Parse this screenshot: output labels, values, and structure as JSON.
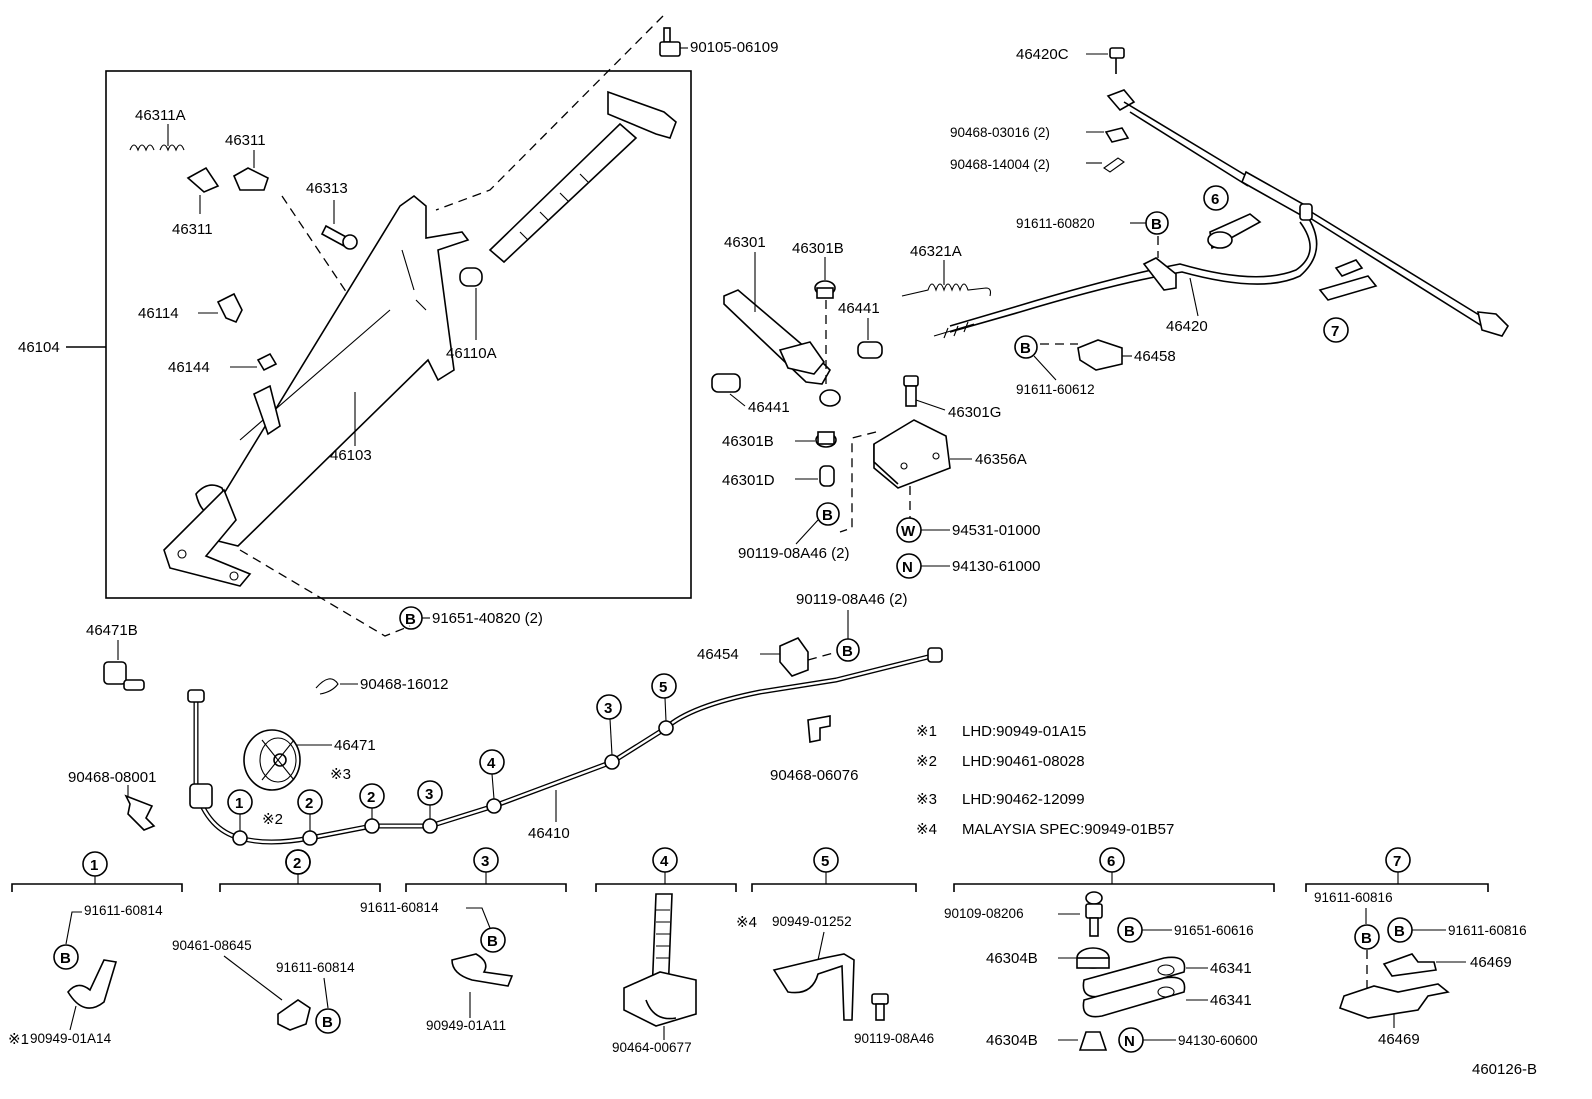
{
  "diagram_id": "460126-B",
  "part_labels": {
    "p90105_06109": "90105-06109",
    "p46311A": "46311A",
    "p46311_a": "46311",
    "p46311_b": "46311",
    "p46313": "46313",
    "p46114": "46114",
    "p46144": "46144",
    "p46104": "46104",
    "p46103": "46103",
    "p46110A": "46110A",
    "p46471B": "46471B",
    "p90468_16012": "90468-16012",
    "p46471": "46471",
    "p90468_08001": "90468-08001",
    "p46410": "46410",
    "p46454": "46454",
    "p90119_08A46_2a": "90119-08A46 (2)",
    "p91651_40820_2": "91651-40820 (2)",
    "p90468_06076": "90468-06076",
    "p46301": "46301",
    "p46301B_a": "46301B",
    "p46321A": "46321A",
    "p46441_a": "46441",
    "p46441_b": "46441",
    "p46301G": "46301G",
    "p46301B_b": "46301B",
    "p46356A": "46356A",
    "p46301D": "46301D",
    "p90119_08A46_2b": "90119-08A46 (2)",
    "p94531_01000": "94531-01000",
    "p94130_61000": "94130-61000",
    "p46420C": "46420C",
    "p90468_03016": "90468-03016 (2)",
    "p90468_14004": "90468-14004 (2)",
    "p91611_60820": "91611-60820",
    "p46420": "46420",
    "p46458": "46458",
    "p91611_60612": "91611-60612",
    "d1_91611_60814": "91611-60814",
    "d1_90949_01A14": "90949-01A14",
    "d2_90461_08645": "90461-08645",
    "d2_91611_60814": "91611-60814",
    "d3_91611_60814": "91611-60814",
    "d3_90949_01A11": "90949-01A11",
    "d4_90464_00677": "90464-00677",
    "d5_90949_01252": "90949-01252",
    "d5_90119_08A46": "90119-08A46",
    "d6_90109_08206": "90109-08206",
    "d6_91651_60616": "91651-60616",
    "d6_46304B_a": "46304B",
    "d6_46341_a": "46341",
    "d6_46341_b": "46341",
    "d6_46304B_b": "46304B",
    "d6_94130_60600": "94130-60600",
    "d7_91611_60816_a": "91611-60816",
    "d7_91611_60816_b": "91611-60816",
    "d7_46469_a": "46469",
    "d7_46469_b": "46469"
  },
  "symbols": {
    "ref": "※",
    "ref2": "※2",
    "ref3": "※3",
    "ref4": "※4",
    "ref1": "※1",
    "B": "B",
    "W": "W",
    "N": "N",
    "n1": "1",
    "n2": "2",
    "n3": "3",
    "n4": "4",
    "n5": "5",
    "n6": "6",
    "n7": "7"
  },
  "notes": [
    {
      "mark": "※1",
      "text": "LHD:90949-01A15"
    },
    {
      "mark": "※2",
      "text": "LHD:90461-08028"
    },
    {
      "mark": "※3",
      "text": "LHD:90462-12099"
    },
    {
      "mark": "※4",
      "text": "MALAYSIA SPEC:90949-01B57"
    }
  ]
}
